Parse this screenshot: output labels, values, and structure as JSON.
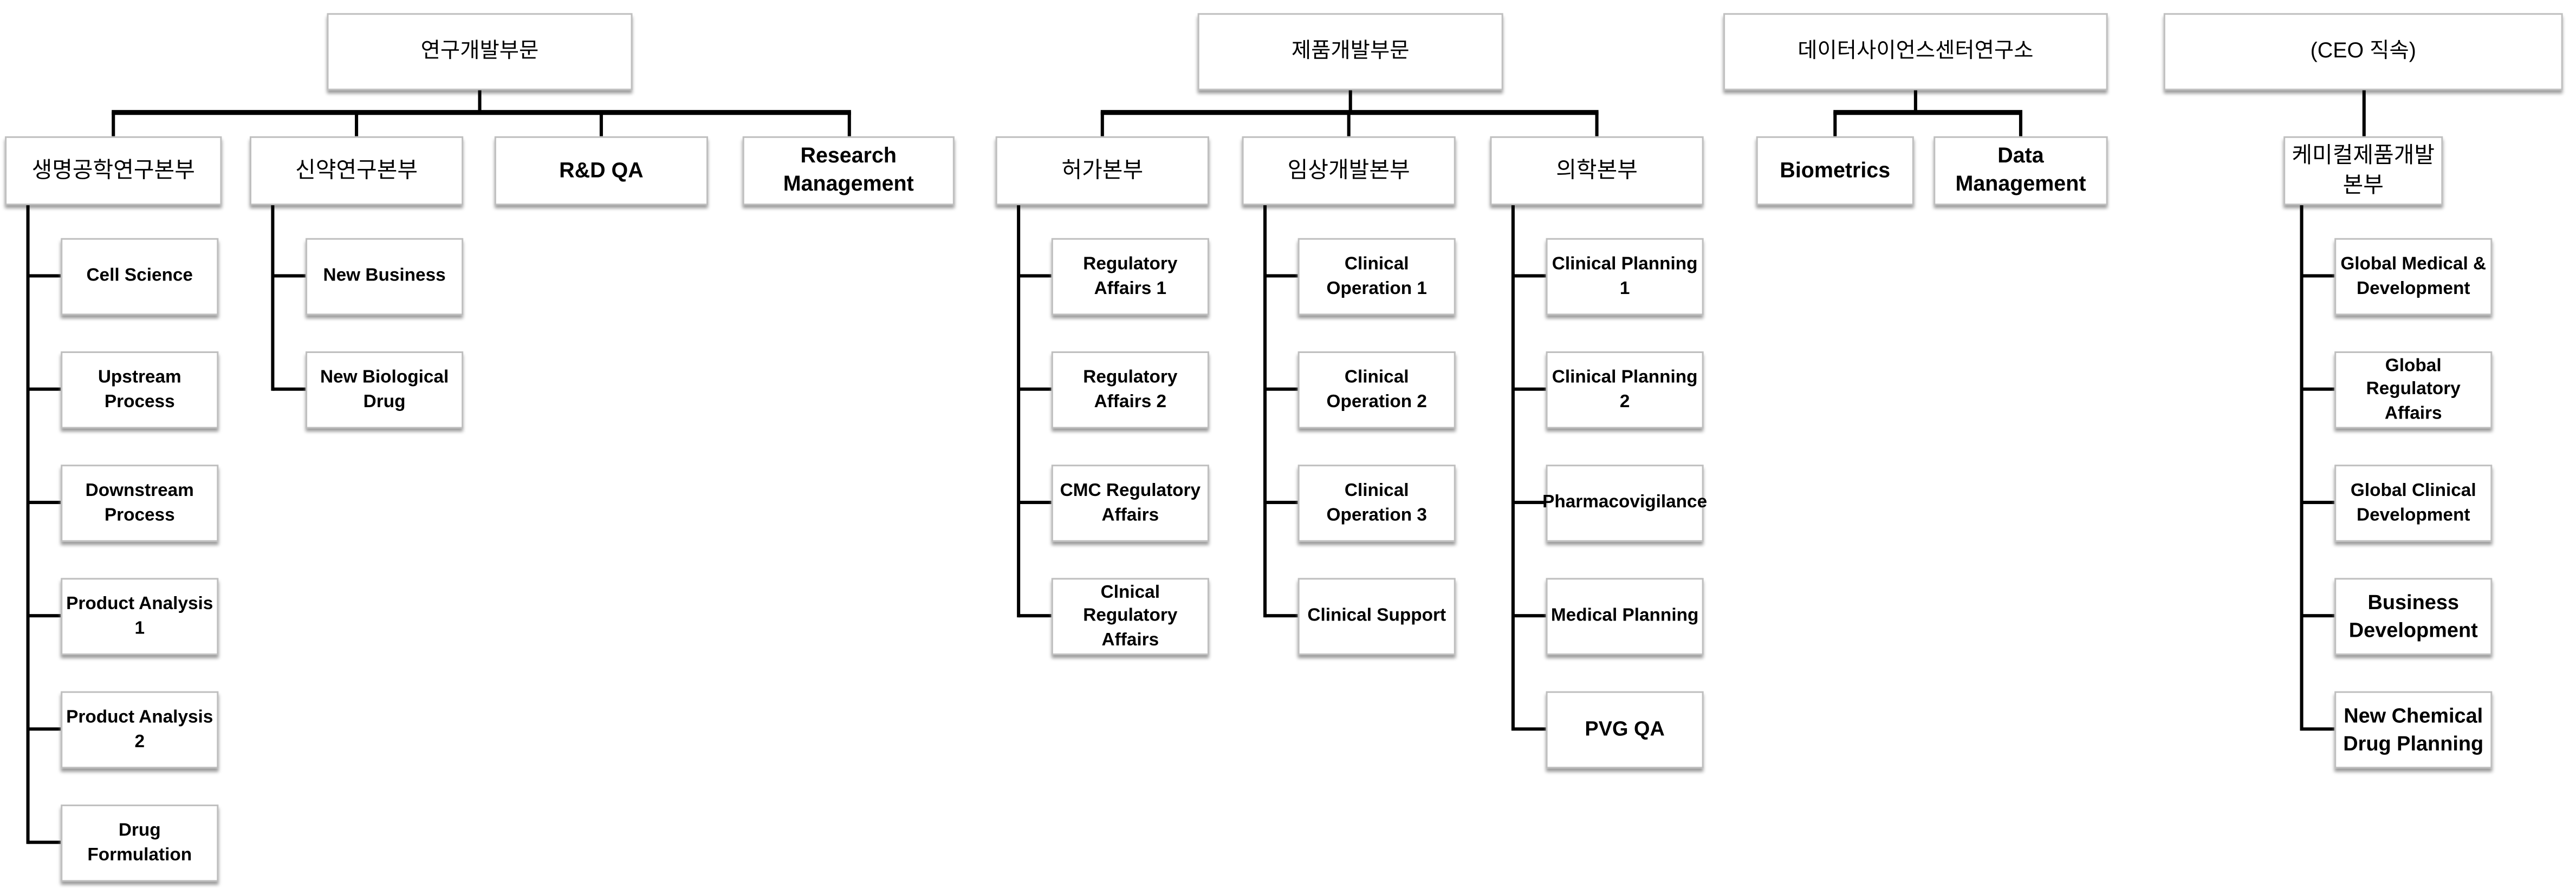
{
  "divisions": [
    {
      "title": "연구개발부문",
      "units": [
        {
          "name": "생명공학연구본부",
          "teams": [
            "Cell Science",
            "Upstream Process",
            "Downstream Process",
            "Product Analysis 1",
            "Product Analysis 2",
            "Drug Formulation"
          ]
        },
        {
          "name": "신약연구본부",
          "teams": [
            "New Business",
            "New Biological Drug"
          ]
        },
        {
          "name": "R&D QA",
          "teams": []
        },
        {
          "name": "Research Management",
          "teams": []
        }
      ]
    },
    {
      "title": "제품개발부문",
      "units": [
        {
          "name": "허가본부",
          "teams": [
            "Regulatory Affairs 1",
            "Regulatory Affairs 2",
            "CMC Regulatory Affairs",
            "Clnical Regulatory Affairs"
          ]
        },
        {
          "name": "임상개발본부",
          "teams": [
            "Clinical Operation 1",
            "Clinical Operation 2",
            "Clinical Operation 3",
            "Clinical Support"
          ]
        },
        {
          "name": "의학본부",
          "teams": [
            "Clinical Planning 1",
            "Clinical Planning 2",
            "Pharmacovigilance",
            "Medical Planning",
            "PVG QA"
          ]
        }
      ]
    },
    {
      "title": "데이터사이언스센터연구소",
      "units": [
        {
          "name": "Biometrics",
          "teams": []
        },
        {
          "name": "Data Management",
          "teams": []
        }
      ]
    },
    {
      "title": "(CEO 직속)",
      "units": [
        {
          "name": "케미컬제품개발본부",
          "teams": [
            "Global Medical & Development",
            "Global Regulatory Affairs",
            "Global Clinical Development",
            "Business Development",
            "New Chemical Drug Planning"
          ]
        }
      ]
    }
  ]
}
